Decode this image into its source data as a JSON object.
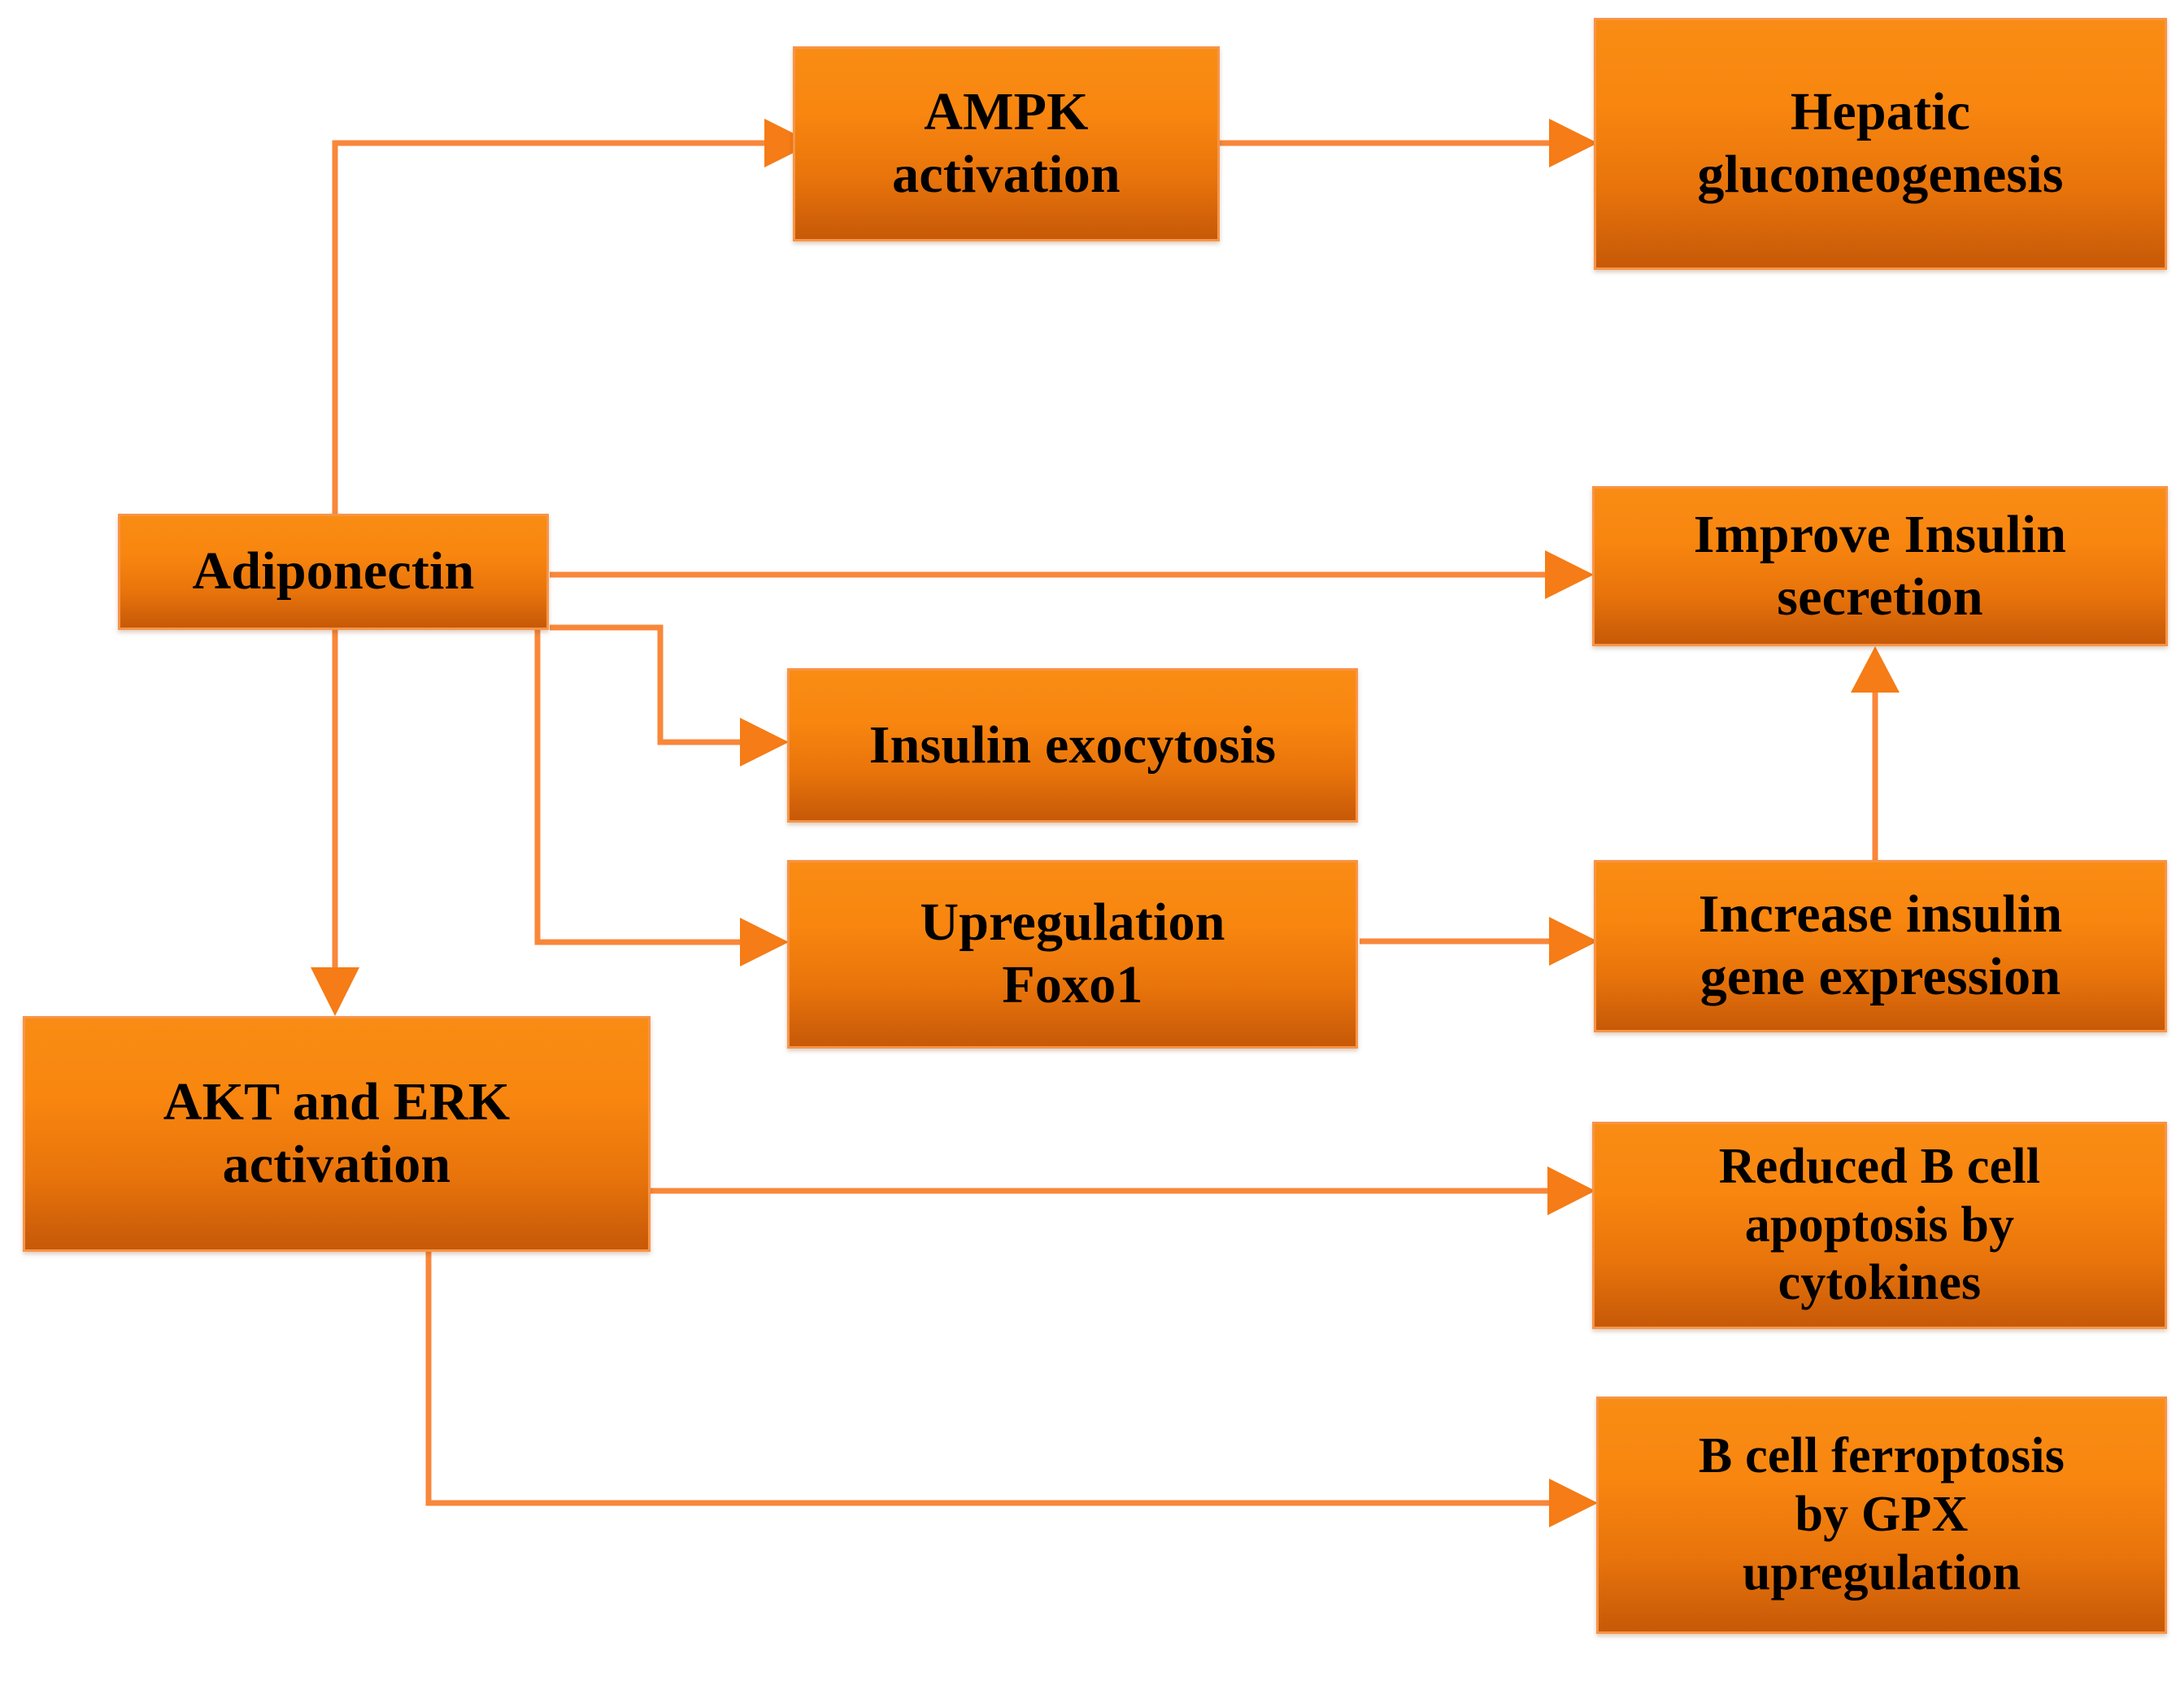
{
  "diagram": {
    "title": "Adiponectin signalling effects flowchart",
    "theme": {
      "box_fill_top": "#F98C14",
      "box_fill_bottom": "#C75908",
      "box_border": "#F79447",
      "connector": "#F9873A",
      "arrow_head": "#F57C16",
      "text_color": "#000000",
      "background": "#FFFFFF"
    },
    "nodes": [
      {
        "id": "ampk",
        "label": "AMPK activation",
        "line1": "AMPK",
        "line2": "activation",
        "line3": ""
      },
      {
        "id": "hepatic",
        "label": "Hepatic gluconeogenesis",
        "line1": "Hepatic",
        "line2": "gluconeogenesis",
        "line3": ""
      },
      {
        "id": "adiponectin",
        "label": "Adiponectin",
        "line1": "Adiponectin",
        "line2": "",
        "line3": ""
      },
      {
        "id": "improve",
        "label": "Improve Insulin secretion",
        "line1": "Improve Insulin",
        "line2": "secretion",
        "line3": ""
      },
      {
        "id": "exocytosis",
        "label": "Insulin exocytosis",
        "line1": "Insulin exocytosis",
        "line2": "",
        "line3": ""
      },
      {
        "id": "foxo1",
        "label": "Upregulation Foxo1",
        "line1": "Upregulation",
        "line2": "Foxo1",
        "line3": ""
      },
      {
        "id": "genexp",
        "label": "Increase insulin gene expression",
        "line1": "Increase insulin",
        "line2": "gene expression",
        "line3": ""
      },
      {
        "id": "akterk",
        "label": "AKT and ERK activation",
        "line1": "AKT and ERK",
        "line2": "activation",
        "line3": ""
      },
      {
        "id": "apoptosis",
        "label": "Reduced B cell apoptosis by cytokines",
        "line1": "Reduced B cell",
        "line2": "apoptosis by",
        "line3": "cytokines"
      },
      {
        "id": "ferroptosis",
        "label": "B cell ferroptosis by GPX upregulation",
        "line1": "B cell ferroptosis",
        "line2": "by GPX",
        "line3": "upregulation"
      }
    ],
    "edges": [
      {
        "from": "adiponectin",
        "to": "ampk",
        "style": "elbow-up-right",
        "arrow": true
      },
      {
        "from": "ampk",
        "to": "hepatic",
        "style": "straight-right",
        "arrow": true
      },
      {
        "from": "adiponectin",
        "to": "improve",
        "style": "straight-right",
        "arrow": true
      },
      {
        "from": "adiponectin",
        "to": "exocytosis",
        "style": "elbow-down-right",
        "arrow": true
      },
      {
        "from": "adiponectin",
        "to": "foxo1",
        "style": "elbow-down-right",
        "arrow": true
      },
      {
        "from": "adiponectin",
        "to": "akterk",
        "style": "straight-down",
        "arrow": true
      },
      {
        "from": "foxo1",
        "to": "genexp",
        "style": "straight-right",
        "arrow": true
      },
      {
        "from": "genexp",
        "to": "improve",
        "style": "straight-up",
        "arrow": true
      },
      {
        "from": "akterk",
        "to": "apoptosis",
        "style": "straight-right",
        "arrow": true
      },
      {
        "from": "akterk",
        "to": "ferroptosis",
        "style": "elbow-down-right",
        "arrow": true
      }
    ]
  }
}
